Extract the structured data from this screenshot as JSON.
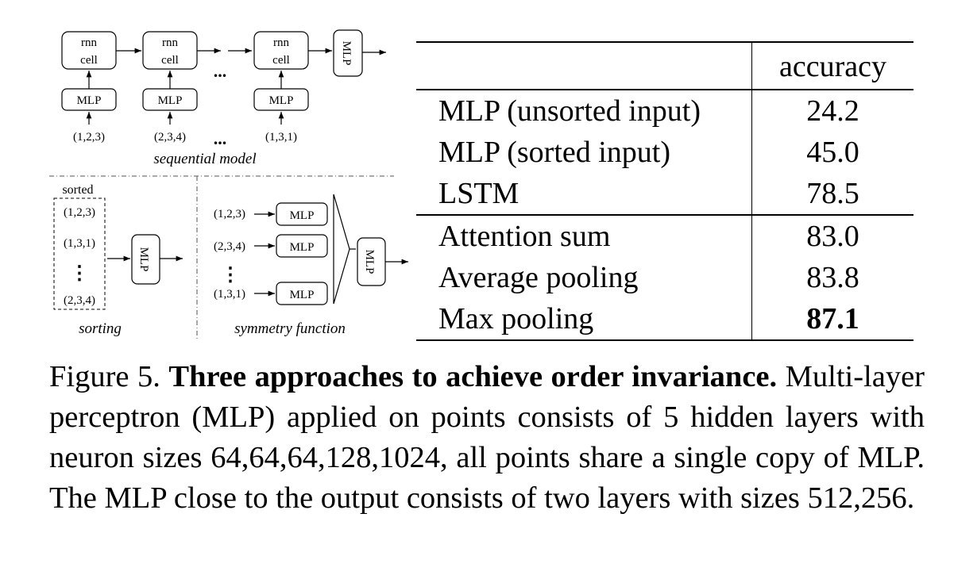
{
  "diagram": {
    "sequential": {
      "rnn_line1": "rnn",
      "rnn_line2": "cell",
      "mlp_label": "MLP",
      "inputs": [
        "(1,2,3)",
        "(2,3,4)",
        "(1,3,1)"
      ],
      "ellipsis": "...",
      "caption": "sequential model"
    },
    "sorting": {
      "header": "sorted",
      "items": [
        "(1,2,3)",
        "(1,3,1)",
        "(2,3,4)"
      ],
      "vertical_ellipsis": "⋮",
      "mlp_label": "MLP",
      "caption": "sorting"
    },
    "symmetry": {
      "inputs": [
        "(1,2,3)",
        "(2,3,4)",
        "(1,3,1)"
      ],
      "mlp_label": "MLP",
      "vertical_ellipsis": "⋮",
      "caption": "symmetry function"
    }
  },
  "table": {
    "header": "accuracy",
    "rows": [
      {
        "name": "MLP (unsorted input)",
        "value": "24.2"
      },
      {
        "name": "MLP (sorted input)",
        "value": "45.0"
      },
      {
        "name": "LSTM",
        "value": "78.5"
      },
      {
        "name": "Attention sum",
        "value": "83.0"
      },
      {
        "name": "Average pooling",
        "value": "83.8"
      },
      {
        "name": "Max pooling",
        "value": "87.1"
      }
    ]
  },
  "caption": {
    "label": "Figure 5. ",
    "title": "Three approaches to achieve order invariance.",
    "body": " Multi-layer perceptron (MLP) applied on points consists of 5 hidden layers with neuron sizes 64,64,64,128,1024, all points share a single copy of MLP. The MLP close to the output consists of two layers with sizes 512,256."
  }
}
